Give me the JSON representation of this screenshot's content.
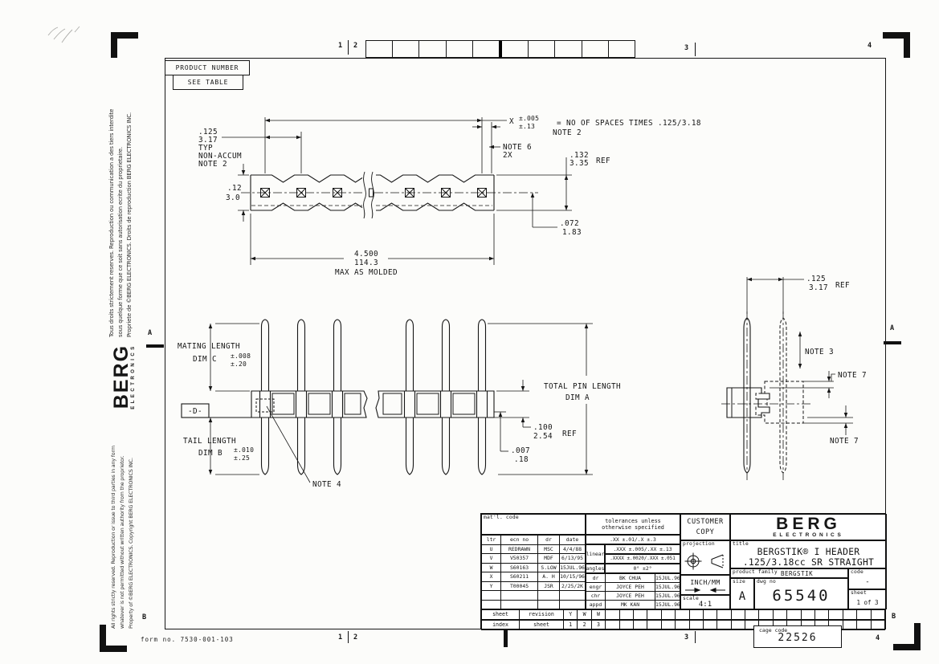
{
  "sheet": {
    "form_no": "form no. 7530-001-103",
    "zones": {
      "t1": "1",
      "t2": "2",
      "t3": "3",
      "t4": "4",
      "b1": "1",
      "b2": "2",
      "b3": "3",
      "b4": "4",
      "left_a": "A",
      "left_b": "B",
      "right_a": "A",
      "right_b": "B"
    }
  },
  "sidebar": {
    "french_lines": [
      "Tous droits strictement reserves.  Reproduction ou communication a des tiers interdite",
      "sous quelque forme que ce soit sans autorisation ecrite du proprietaire.",
      "Propriete de ©BERG ELECTRONICS.    Droits de reproduction BERG ELECTRONICS INC."
    ],
    "english_lines": [
      "All rights strictly reserved.  Reproduction or issue to third parties in any form",
      "whatever is not permitted without written authority from the proprietor.",
      "Property of ©BERG ELECTRONICS.   Copyright BERG ELECTRONICS INC."
    ],
    "brand": "BERG",
    "brand_sub": "ELECTRONICS"
  },
  "product_box": {
    "line1": "PRODUCT NUMBER",
    "line2": "SEE TABLE"
  },
  "drawing": {
    "pitch_in": ".125",
    "pitch_mm": "3.17",
    "typ": "TYP",
    "non_accum": "NON-ACCUM",
    "note2_a": "NOTE 2",
    "x_dim": "X",
    "x_tol_in": "±.005",
    "x_tol_mm": "±.13",
    "x_formula": "= NO OF SPACES TIMES .125/3.18",
    "note2_b": "NOTE 2",
    "note6": "NOTE 6",
    "note6_qty": "2X",
    "h132_in": ".132",
    "h132_mm": "3.35",
    "h132_ref": "REF",
    "h12_in": ".12",
    "h12_mm": "3.0",
    "h072_in": ".072",
    "h072_mm": "1.83",
    "len_in": "4.500",
    "len_mm": "114.3",
    "len_note": "MAX AS MOLDED",
    "mating_length": "MATING LENGTH",
    "dim_c": "DIM C",
    "c_tol_in": "±.008",
    "c_tol_mm": "±.20",
    "datum": "-D-",
    "tail_length": "TAIL LENGTH",
    "dim_b": "DIM B",
    "b_tol_in": "±.010",
    "b_tol_mm": "±.25",
    "note4": "NOTE 4",
    "total_pin_length": "TOTAL PIN LENGTH",
    "dim_a": "DIM A",
    "h100_in": ".100",
    "h100_mm": "2.54",
    "h100_ref": "REF",
    "h007_in": ".007",
    "h007_mm": ".18",
    "pitch2_in": ".125",
    "pitch2_mm": "3.17",
    "pitch2_ref": "REF",
    "note3": "NOTE 3",
    "note7_a": "NOTE 7",
    "note7_b": "NOTE 7"
  },
  "titleblock": {
    "matl_code_label": "mat'l. code",
    "rev_headers": [
      "ltr",
      "ecn no",
      "dr",
      "date"
    ],
    "revisions": [
      {
        "ltr": "U",
        "ecn": "REDRAWN",
        "dr": "MSC",
        "date": "4/4/88"
      },
      {
        "ltr": "V",
        "ecn": "V50357",
        "dr": "MDF",
        "date": "6/13/95"
      },
      {
        "ltr": "W",
        "ecn": "S60163",
        "dr": "S.LOW",
        "date": "15JUL.96"
      },
      {
        "ltr": "X",
        "ecn": "S60211",
        "dr": "A. H",
        "date": "10/15/96"
      },
      {
        "ltr": "Y",
        "ecn": "T00045",
        "dr": "JSR",
        "date": "2/25/2K"
      }
    ],
    "tol_header": [
      "tolerances unless",
      "otherwise specified"
    ],
    "linear_label": "linear",
    "angles_label": "angles",
    "tol_rows": [
      ".XX ±.01/.X ±.3",
      ".XXX ±.005/.XX ±.13",
      ".XXXX ±.0020/.XXX ±.051",
      "0° ±2°"
    ],
    "approvals": [
      {
        "role": "dr",
        "name": "BK CHUA",
        "date": "15JUL.96"
      },
      {
        "role": "engr",
        "name": "JOYCE PEH",
        "date": "15JUL.96"
      },
      {
        "role": "chr",
        "name": "JOYCE PEH",
        "date": "15JUL.96"
      },
      {
        "role": "appd",
        "name": "MK KAN",
        "date": "15JUL.96"
      }
    ],
    "customer_copy": [
      "CUSTOMER",
      "COPY"
    ],
    "projection_label": "projection",
    "units": "INCH/MM",
    "scale_label": "scale",
    "scale_value": "4:1",
    "brand": "BERG",
    "brand_sub": "ELECTRONICS",
    "title_label": "title",
    "title_lines": [
      "BERGSTIK® I HEADER",
      ".125/3.18cc SR STRAIGHT"
    ],
    "product_family_label": "product family",
    "product_family": "BERGSTIK",
    "code_label": "code",
    "code_value": "-",
    "size_label": "size",
    "size_value": "A",
    "dwg_label": "dwg no",
    "dwg_no": "65540",
    "sheet_label": "sheet",
    "sheet_value": "1 of 3",
    "sheet_index": {
      "left_top": "sheet",
      "left_bottom": "index",
      "mid_top": "revision",
      "mid_bottom": "sheet",
      "vals_top": [
        "Y",
        "W",
        "W"
      ],
      "vals_bottom": [
        "1",
        "2",
        "3"
      ]
    },
    "cage_label": "cage code",
    "cage_value": "22526"
  }
}
